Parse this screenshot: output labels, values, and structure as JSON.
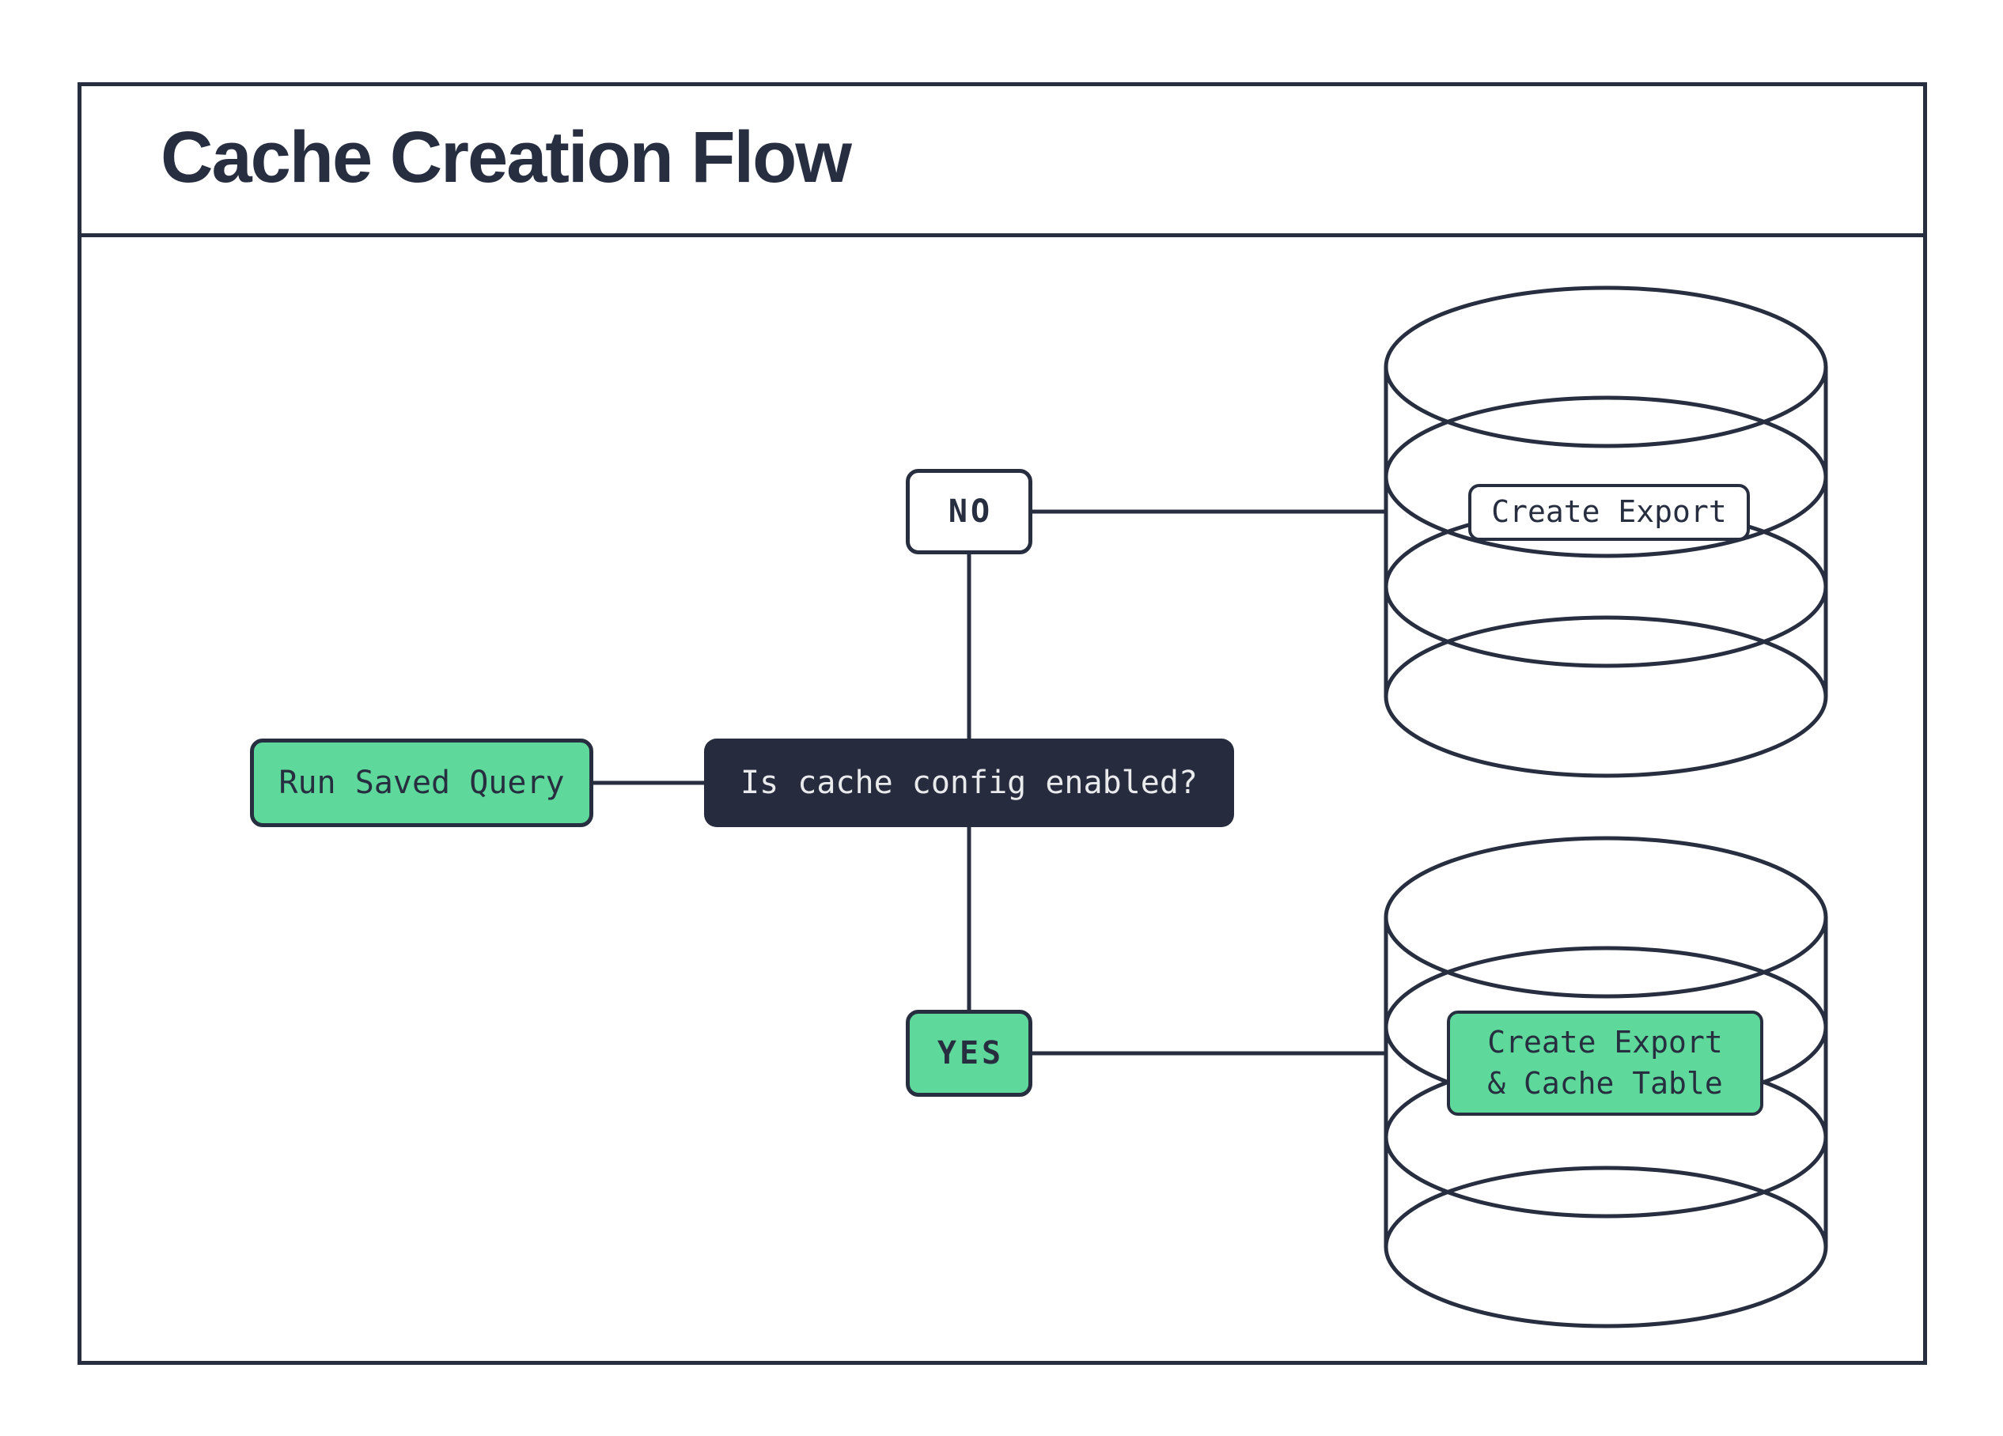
{
  "title": "Cache Creation Flow",
  "colors": {
    "ink": "#272e40",
    "green": "#5ed99b",
    "paper": "#ffffff",
    "dark_node_bg": "#262c3d",
    "dark_node_text": "#e9eaec"
  },
  "nodes": {
    "run_saved_query": {
      "label": "Run Saved Query"
    },
    "question": {
      "label": "Is cache config enabled?"
    },
    "no_branch": {
      "label": "NO"
    },
    "yes_branch": {
      "label": "YES"
    },
    "export_label": {
      "label": "Create Export"
    },
    "export_cache_label": {
      "line1": "Create Export",
      "line2": "& Cache Table"
    }
  },
  "icons": {
    "no_branch_target": "database-cylinder",
    "yes_branch_target": "database-cylinder"
  }
}
